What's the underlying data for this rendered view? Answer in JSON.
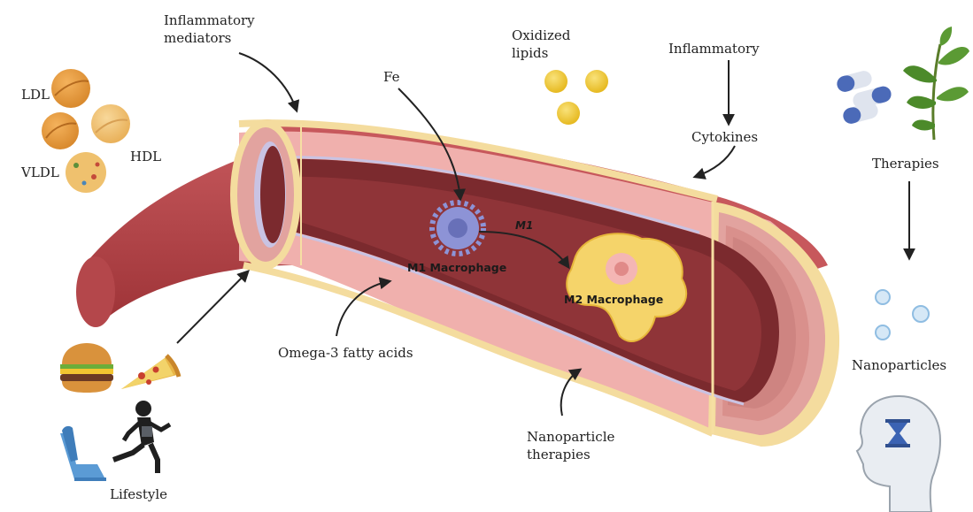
{
  "labels": {
    "inflammatory_mediators": "Inflammatory\nmediators",
    "oxidized_lipids": "Oxidized\nlipids",
    "inflammatory": "Inflammatory",
    "cytokines": "Cytokines",
    "therapies": "Therapies",
    "nanoparticles": "Nanoparticles",
    "ldl": "LDL",
    "hdl": "HDL",
    "vldl": "VLDL",
    "fe": "Fe",
    "m1": "M1",
    "m1_macrophage": "M1 Macrophage",
    "m2_macrophage": "M2 Macrophage",
    "omega3": "Omega-3 fatty acids",
    "nanoparticle_therapies": "Nanoparticle\ntherapies",
    "lifestyle": "Lifestyle"
  },
  "colors": {
    "vessel_outer": "#b94a4f",
    "vessel_dark": "#8c2c30",
    "media_pink": "#f2b4b1",
    "adventitia_cream": "#f6dfa3",
    "lumen": "#7b2a2e",
    "intima_lilac": "#c9c3e3",
    "lipid_yellow": "#f1cf3a",
    "macrophage_m1": "#8d93d6",
    "macrophage_m2": "#f5d46a",
    "arrow": "#222222",
    "nanoparticle": "#a9cdea"
  },
  "icons": [
    "lipoprotein-icon",
    "oxidized-lipid-icon",
    "pill-capsule-icon",
    "plant-icon",
    "nanoparticle-icon",
    "head-hourglass-icon",
    "burger-icon",
    "pizza-icon",
    "runner-icon",
    "recliner-icon"
  ]
}
